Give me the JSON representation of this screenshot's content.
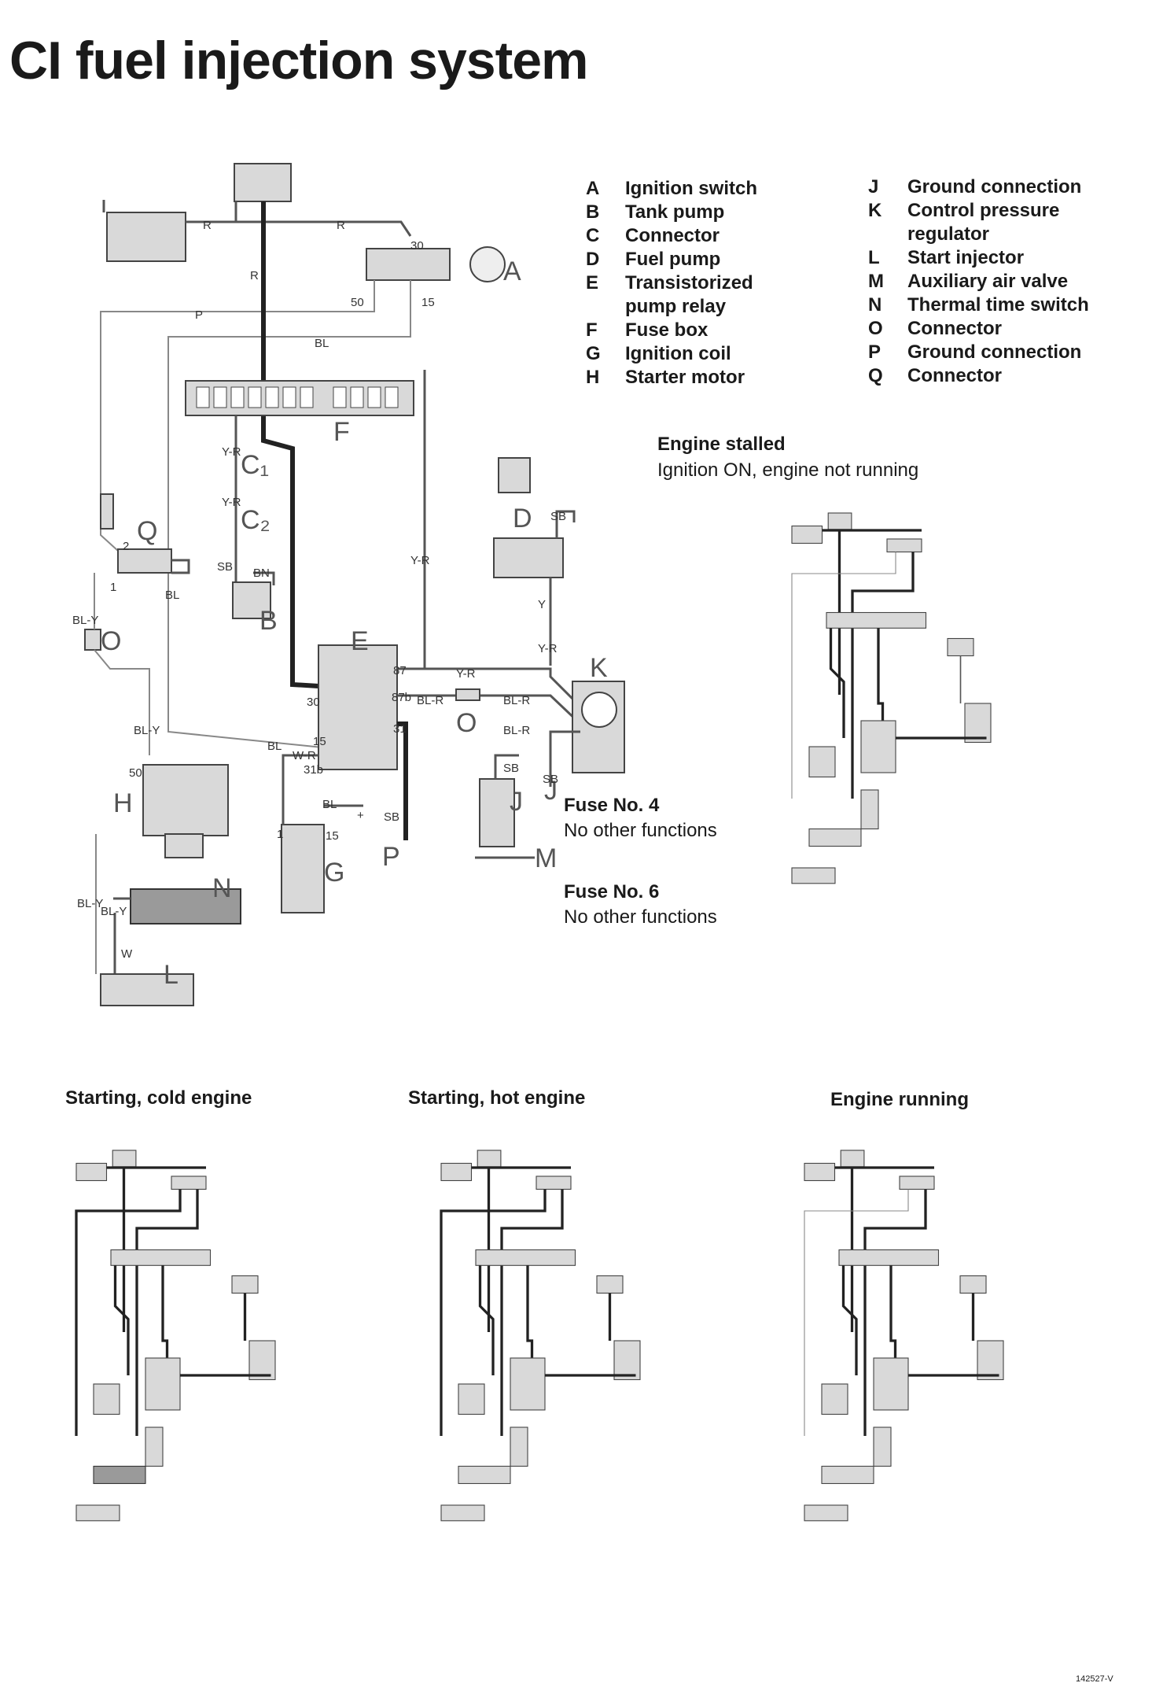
{
  "title": "CI fuel injection system",
  "legend_left": [
    {
      "key": "A",
      "label": "Ignition switch"
    },
    {
      "key": "B",
      "label": "Tank pump"
    },
    {
      "key": "C",
      "label": "Connector"
    },
    {
      "key": "D",
      "label": "Fuel pump"
    },
    {
      "key": "E",
      "label": "Transistorized"
    },
    {
      "key": "",
      "label": "pump relay"
    },
    {
      "key": "F",
      "label": "Fuse box"
    },
    {
      "key": "G",
      "label": "Ignition coil"
    },
    {
      "key": "H",
      "label": "Starter motor"
    }
  ],
  "legend_right": [
    {
      "key": "J",
      "label": "Ground connection"
    },
    {
      "key": "K",
      "label": "Control pressure"
    },
    {
      "key": "",
      "label": "regulator"
    },
    {
      "key": "L",
      "label": "Start injector"
    },
    {
      "key": "M",
      "label": "Auxiliary air valve"
    },
    {
      "key": "N",
      "label": "Thermal time switch"
    },
    {
      "key": "O",
      "label": "Connector"
    },
    {
      "key": "P",
      "label": "Ground connection"
    },
    {
      "key": "Q",
      "label": "Connector"
    }
  ],
  "engine_stalled": {
    "title": "Engine stalled",
    "subtitle": "Ignition ON, engine not running"
  },
  "fuse4": {
    "title": "Fuse No. 4",
    "body": "No other functions"
  },
  "fuse6": {
    "title": "Fuse No. 6",
    "body": "No other functions"
  },
  "captions": {
    "cold": "Starting, cold engine",
    "hot": "Starting, hot engine",
    "running": "Engine running"
  },
  "component_letters": [
    "A",
    "B",
    "C1",
    "C2",
    "D",
    "E",
    "F",
    "G",
    "H",
    "J",
    "J",
    "K",
    "L",
    "M",
    "N",
    "O",
    "O",
    "P",
    "Q"
  ],
  "wire_labels": [
    "R",
    "R",
    "R",
    "P",
    "BL",
    "BL",
    "BL",
    "BL",
    "BL-Y",
    "BL-Y",
    "BL-Y",
    "BL-Y",
    "Y-R",
    "Y-R",
    "Y-R",
    "Y-R",
    "Y-R",
    "Y",
    "SB",
    "SB",
    "SB",
    "SB",
    "SB",
    "BN",
    "BL-R",
    "BL-R",
    "BL-R",
    "W-R",
    "W",
    "30",
    "30",
    "50",
    "15",
    "15",
    "87",
    "87b",
    "31",
    "31b",
    "1",
    "1",
    "2",
    "15",
    "50",
    "+"
  ],
  "ref_number": "142527-V"
}
